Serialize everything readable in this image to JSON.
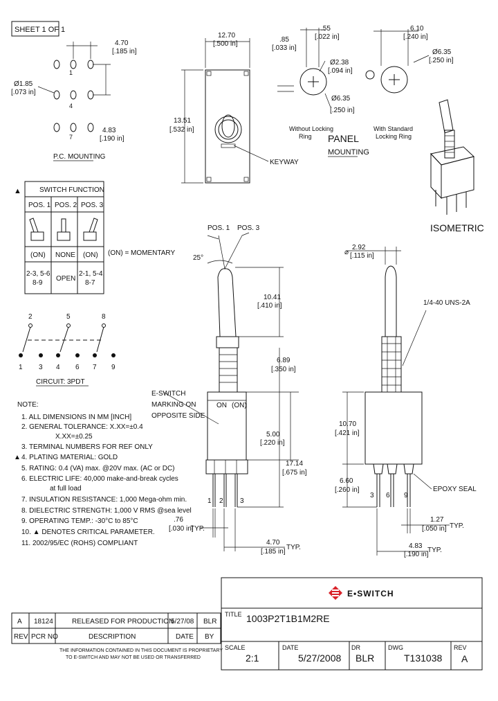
{
  "sheet_label": "SHEET 1 OF 1",
  "pc_mounting": {
    "title": "P.C. MOUNTING",
    "dim_pitch": "4.70",
    "dim_pitch_in": "[.185 in]",
    "dim_hole": "Ø1.85",
    "dim_hole_in": "[.073 in]",
    "dim_row": "4.83",
    "dim_row_in": "[.190 in]",
    "pin_labels": [
      "1",
      "4",
      "7"
    ]
  },
  "front_view": {
    "width": "12.70",
    "width_in": "[.500 in]",
    "height": "13.51",
    "height_in": "[.532 in]",
    "keyway": "KEYWAY"
  },
  "panel_mounting": {
    "title_1": "PANEL",
    "title_2": "MOUNTING",
    "dim_a": ".85",
    "dim_a_in": "[.033 in]",
    "dim_b": ".55",
    "dim_b_in": "[.022 in]",
    "dim_c": "Ø2.38",
    "dim_c_in": "[.094 in]",
    "dim_d": "Ø6.35",
    "dim_d_in": "[.250 in]",
    "dim_e": "6.10",
    "dim_e_in": "[.240 in]",
    "dim_f": "Ø6.35",
    "dim_f_in": "[.250 in]",
    "caption_left_1": "Without Locking",
    "caption_left_2": "Ring",
    "caption_right_1": "With Standard",
    "caption_right_2": "Locking Ring"
  },
  "isometric": "ISOMETRIC",
  "switch_function": {
    "title": "SWITCH FUNCTION",
    "headers": [
      "POS. 1",
      "POS. 2",
      "POS. 3"
    ],
    "states": [
      "(ON)",
      "NONE",
      "(ON)"
    ],
    "connections": [
      [
        "2-3, 5-6,",
        "8-9"
      ],
      [
        "OPEN"
      ],
      [
        "2-1, 5-4,",
        "8-7"
      ]
    ],
    "note": "(ON) = MOMENTARY"
  },
  "circuit": {
    "top_pins": [
      "2",
      "5",
      "8"
    ],
    "bottom_pins": [
      "1",
      "3",
      "4",
      "6",
      "7",
      "9"
    ],
    "label": "CIRCUIT: 3PDT"
  },
  "notes": {
    "title": "NOTE:",
    "items": [
      "1. ALL DIMENSIONS IN MM [INCH]",
      "2. GENERAL TOLERANCE: X.XX=±0.4",
      "X.XX=±0.25",
      "3. TERMINAL NUMBERS FOR REF ONLY",
      "4. PLATING MATERIAL: GOLD",
      "5. RATING: 0.4 (VA) max. @20V max. (AC or DC)",
      "6. ELECTRIC LIFE: 40,000 make-and-break cycles",
      "at full load",
      "7. INSULATION RESISTANCE: 1,000 Mega-ohm min.",
      "8. DIELECTRIC STRENGTH: 1,000 V RMS @sea level",
      "9. OPERATING TEMP.: -30°C to 85°C",
      "10. ▲ DENOTES CRITICAL PARAMETER.",
      "11. 2002/95/EC (ROHS) COMPLIANT"
    ]
  },
  "side_view": {
    "pos1": "POS. 1",
    "pos3": "POS. 3",
    "angle": "25°",
    "lever_len": "10.41",
    "lever_len_in": "[.410 in]",
    "bushing_len": "6.89",
    "bushing_len_in": "[.350 in]",
    "marking_1": "E-SWITCH",
    "marking_2": "MARKING ON",
    "marking_3": "OPPOSITE SIDE",
    "body_on": "ON",
    "body_on2": "(ON)",
    "body_h": "5.00",
    "body_h_in": "[.220 in]",
    "total_h": "17.14",
    "total_h_in": "[.675 in]",
    "pin_w": ".76",
    "pin_w_in": "[.030 in]",
    "typ": "TYP.",
    "pitch": "4.70",
    "pitch_in": "[.185 in]",
    "typ2": "TYP.",
    "pins": [
      "1",
      "2",
      "3"
    ]
  },
  "end_view": {
    "dia": "2.92",
    "dia_in": "[.115 in]",
    "thread": "1/4-40 UNS-2A",
    "body_h": "10.70",
    "body_h_in": "[.421 in]",
    "pin_h": "6.60",
    "pin_h_in": "[.260 in]",
    "epoxy": "EPOXY SEAL",
    "pin_w": "1.27",
    "pin_w_in": "[.050 in]",
    "typ": "TYP.",
    "pitch": "4.83",
    "pitch_in": "[.190 in]",
    "typ2": "TYP.",
    "pins": [
      "3",
      "6",
      "9"
    ]
  },
  "title_block": {
    "brand": "E•SWITCH",
    "title_label": "TITLE",
    "title": "1003P2T1B1M2RE",
    "scale_label": "SCALE",
    "scale": "2:1",
    "date_label": "DATE",
    "date": "5/27/2008",
    "dr_label": "DR",
    "dr": "BLR",
    "dwg_label": "DWG",
    "dwg": "T131038",
    "rev_label": "REV",
    "rev": "A"
  },
  "revision_table": {
    "row": [
      "A",
      "18124",
      "RELEASED FOR PRODUCTION",
      "5/27/08",
      "BLR"
    ],
    "headers": [
      "REV",
      "PCR NO",
      "DESCRIPTION",
      "DATE",
      "BY"
    ],
    "disclaimer_1": "THE INFORMATION CONTAINED IN THIS DOCUMENT IS PROPRIETARY",
    "disclaimer_2": "TO E-SWITCH AND MAY NOT BE USED OR TRANSFERRED"
  },
  "colors": {
    "brand_red": "#d9232a",
    "iso_red": "#d8383a"
  }
}
